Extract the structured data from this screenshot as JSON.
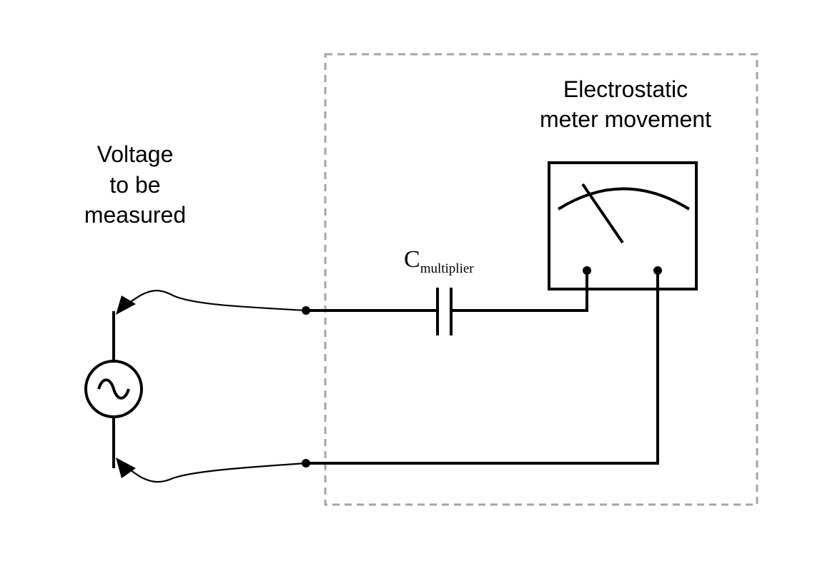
{
  "labels": {
    "voltage_line1": "Voltage",
    "voltage_line2": "to be",
    "voltage_line3": "measured",
    "meter_line1": "Electrostatic",
    "meter_line2": "meter movement",
    "capacitor_main": "C",
    "capacitor_sub": "multiplier"
  },
  "colors": {
    "wire": "#000000",
    "enclosure_dashed": "#a6a6a6",
    "background": "#ffffff"
  },
  "components": {
    "source": "ac-voltage-source",
    "capacitor": "capacitor",
    "meter": "electrostatic-meter-movement"
  }
}
